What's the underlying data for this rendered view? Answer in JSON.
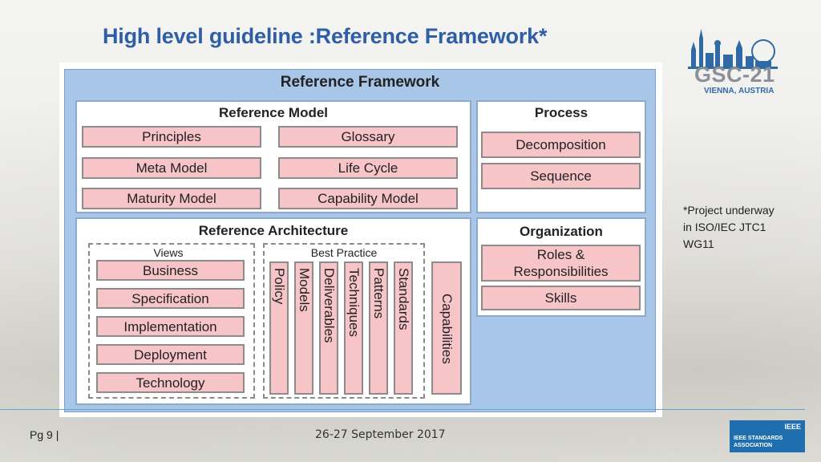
{
  "slide": {
    "title": "High level guideline  :Reference Framework*",
    "note": [
      "*Project underway",
      "in  ISO/IEC JTC1",
      "WG11"
    ],
    "page": "Pg  9 |",
    "date": "26-27 September 2017"
  },
  "logo": {
    "name": "GSC-21",
    "location": "VIENNA, AUSTRIA"
  },
  "ieee_logo": {
    "top": "IEEE",
    "line1": "IEEE STANDARDS",
    "line2": "ASSOCIATION"
  },
  "diagram": {
    "title": "Reference Framework",
    "reference_model": {
      "title": "Reference Model",
      "items": [
        "Principles",
        "Glossary",
        "Meta Model",
        "Life Cycle",
        "Maturity Model",
        "Capability Model"
      ]
    },
    "process": {
      "title": "Process",
      "items": [
        "Decomposition",
        "Sequence"
      ]
    },
    "reference_architecture": {
      "title": "Reference Architecture",
      "views_label": "Views",
      "views": [
        "Business",
        "Specification",
        "Implementation",
        "Deployment",
        "Technology"
      ],
      "best_practice_label": "Best Practice",
      "best_practice": [
        "Policy",
        "Models",
        "Deliverables",
        "Techniques",
        "Patterns",
        "Standards"
      ],
      "capabilities": "Capabilities"
    },
    "organization": {
      "title": "Organization",
      "items": [
        "Roles &\nResponsibilities",
        "Skills"
      ]
    }
  },
  "colors": {
    "title": "#2e5fa6",
    "framework_bg": "#a8c6e8",
    "box_fill": "#f7c4c8",
    "rule": "#6ea3c9"
  }
}
